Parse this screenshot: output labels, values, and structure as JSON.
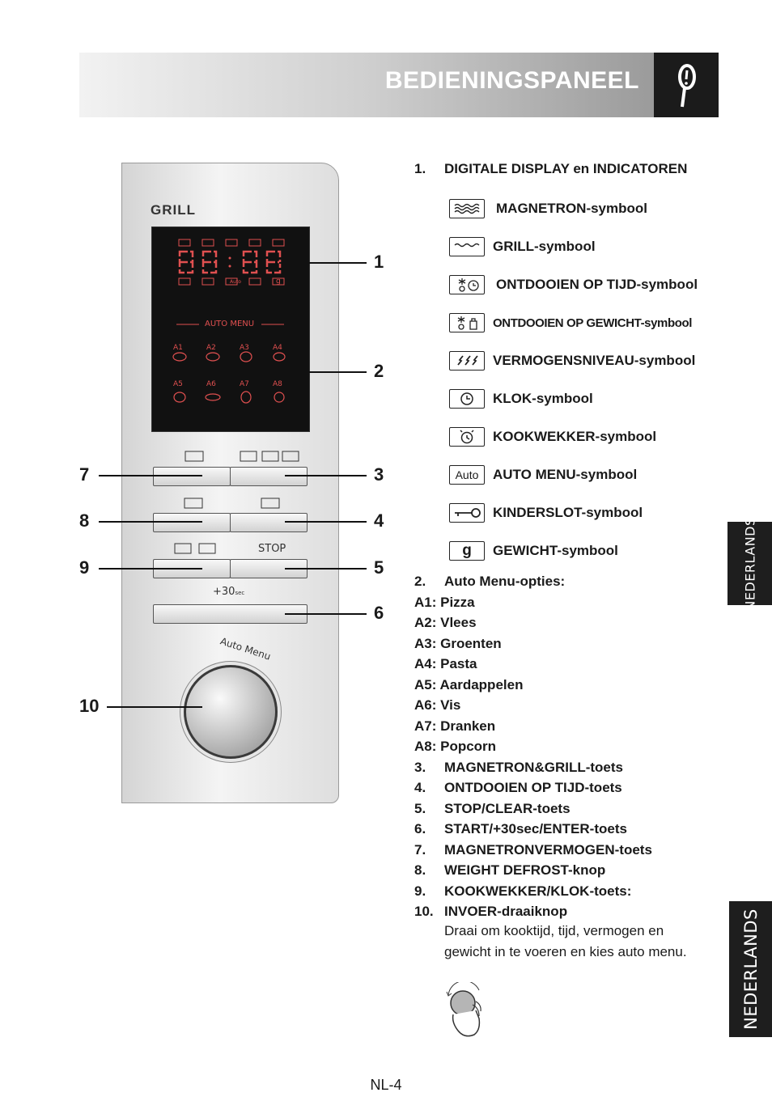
{
  "header": {
    "title": "BEDIENINGSPANEEL"
  },
  "side_tabs": [
    "NEDERLANDS",
    "NEDERLANDS"
  ],
  "panel": {
    "grill_label": "GRILL",
    "display_digits": "8 8:8 8",
    "auto_menu_label": "AUTO MENU",
    "auto_badge": "Auto",
    "weight_glyph": "g",
    "auto_codes": [
      "A1",
      "A2",
      "A3",
      "A4",
      "A5",
      "A6",
      "A7",
      "A8"
    ],
    "stop_label": "STOP",
    "start_label": "+30",
    "start_sub": "sec",
    "knob_label": "Auto Menu"
  },
  "callouts": [
    "1",
    "2",
    "3",
    "4",
    "5",
    "6",
    "7",
    "8",
    "9",
    "10"
  ],
  "section1": {
    "number": "1.",
    "title": "DIGITALE DISPLAY en INDICATOREN"
  },
  "symbols": [
    {
      "icon": "microwave-waves-icon",
      "label": "MAGNETRON-symbool"
    },
    {
      "icon": "grill-icon",
      "label": "GRILL-symbool"
    },
    {
      "icon": "defrost-time-icon",
      "label": "ONTDOOIEN OP TIJD-symbool"
    },
    {
      "icon": "defrost-weight-icon",
      "label": "ONTDOOIEN OP GEWICHT-symbool"
    },
    {
      "icon": "power-level-icon",
      "label": "VERMOGENSNIVEAU-symbool"
    },
    {
      "icon": "clock-icon",
      "label": "KLOK-symbool"
    },
    {
      "icon": "timer-icon",
      "label": "KOOKWEKKER-symbool"
    },
    {
      "icon": "auto-icon",
      "label": "AUTO MENU-symbool",
      "badge": "Auto"
    },
    {
      "icon": "key-lock-icon",
      "label": "KINDERSLOT-symbool"
    },
    {
      "icon": "weight-icon",
      "label": "GEWICHT-symbool",
      "badge": "g"
    }
  ],
  "list": [
    {
      "num": "2.",
      "text": "Auto Menu-opties:"
    },
    {
      "num": "",
      "text": "A1: Pizza"
    },
    {
      "num": "",
      "text": "A2: Vlees"
    },
    {
      "num": "",
      "text": "A3: Groenten"
    },
    {
      "num": "",
      "text": "A4: Pasta"
    },
    {
      "num": "",
      "text": "A5: Aardappelen"
    },
    {
      "num": "",
      "text": "A6: Vis"
    },
    {
      "num": "",
      "text": "A7: Dranken"
    },
    {
      "num": "",
      "text": "A8: Popcorn"
    },
    {
      "num": "3.",
      "text": "MAGNETRON&GRILL-toets"
    },
    {
      "num": "4.",
      "text": "ONTDOOIEN OP TIJD-toets"
    },
    {
      "num": "5.",
      "text": "STOP/CLEAR-toets"
    },
    {
      "num": "6.",
      "text": "START/+30sec/ENTER-toets"
    },
    {
      "num": "7.",
      "text": "MAGNETRONVERMOGEN-toets"
    },
    {
      "num": "8.",
      "text": "WEIGHT DEFROST-knop"
    },
    {
      "num": "9.",
      "text": "KOOKWEKKER/KLOK-toets:"
    },
    {
      "num": "10.",
      "text": "INVOER-draaiknop"
    }
  ],
  "description": "Draai om kooktijd, tijd, vermogen en gewicht in te voeren en kies auto menu.",
  "footer": "NL-4"
}
